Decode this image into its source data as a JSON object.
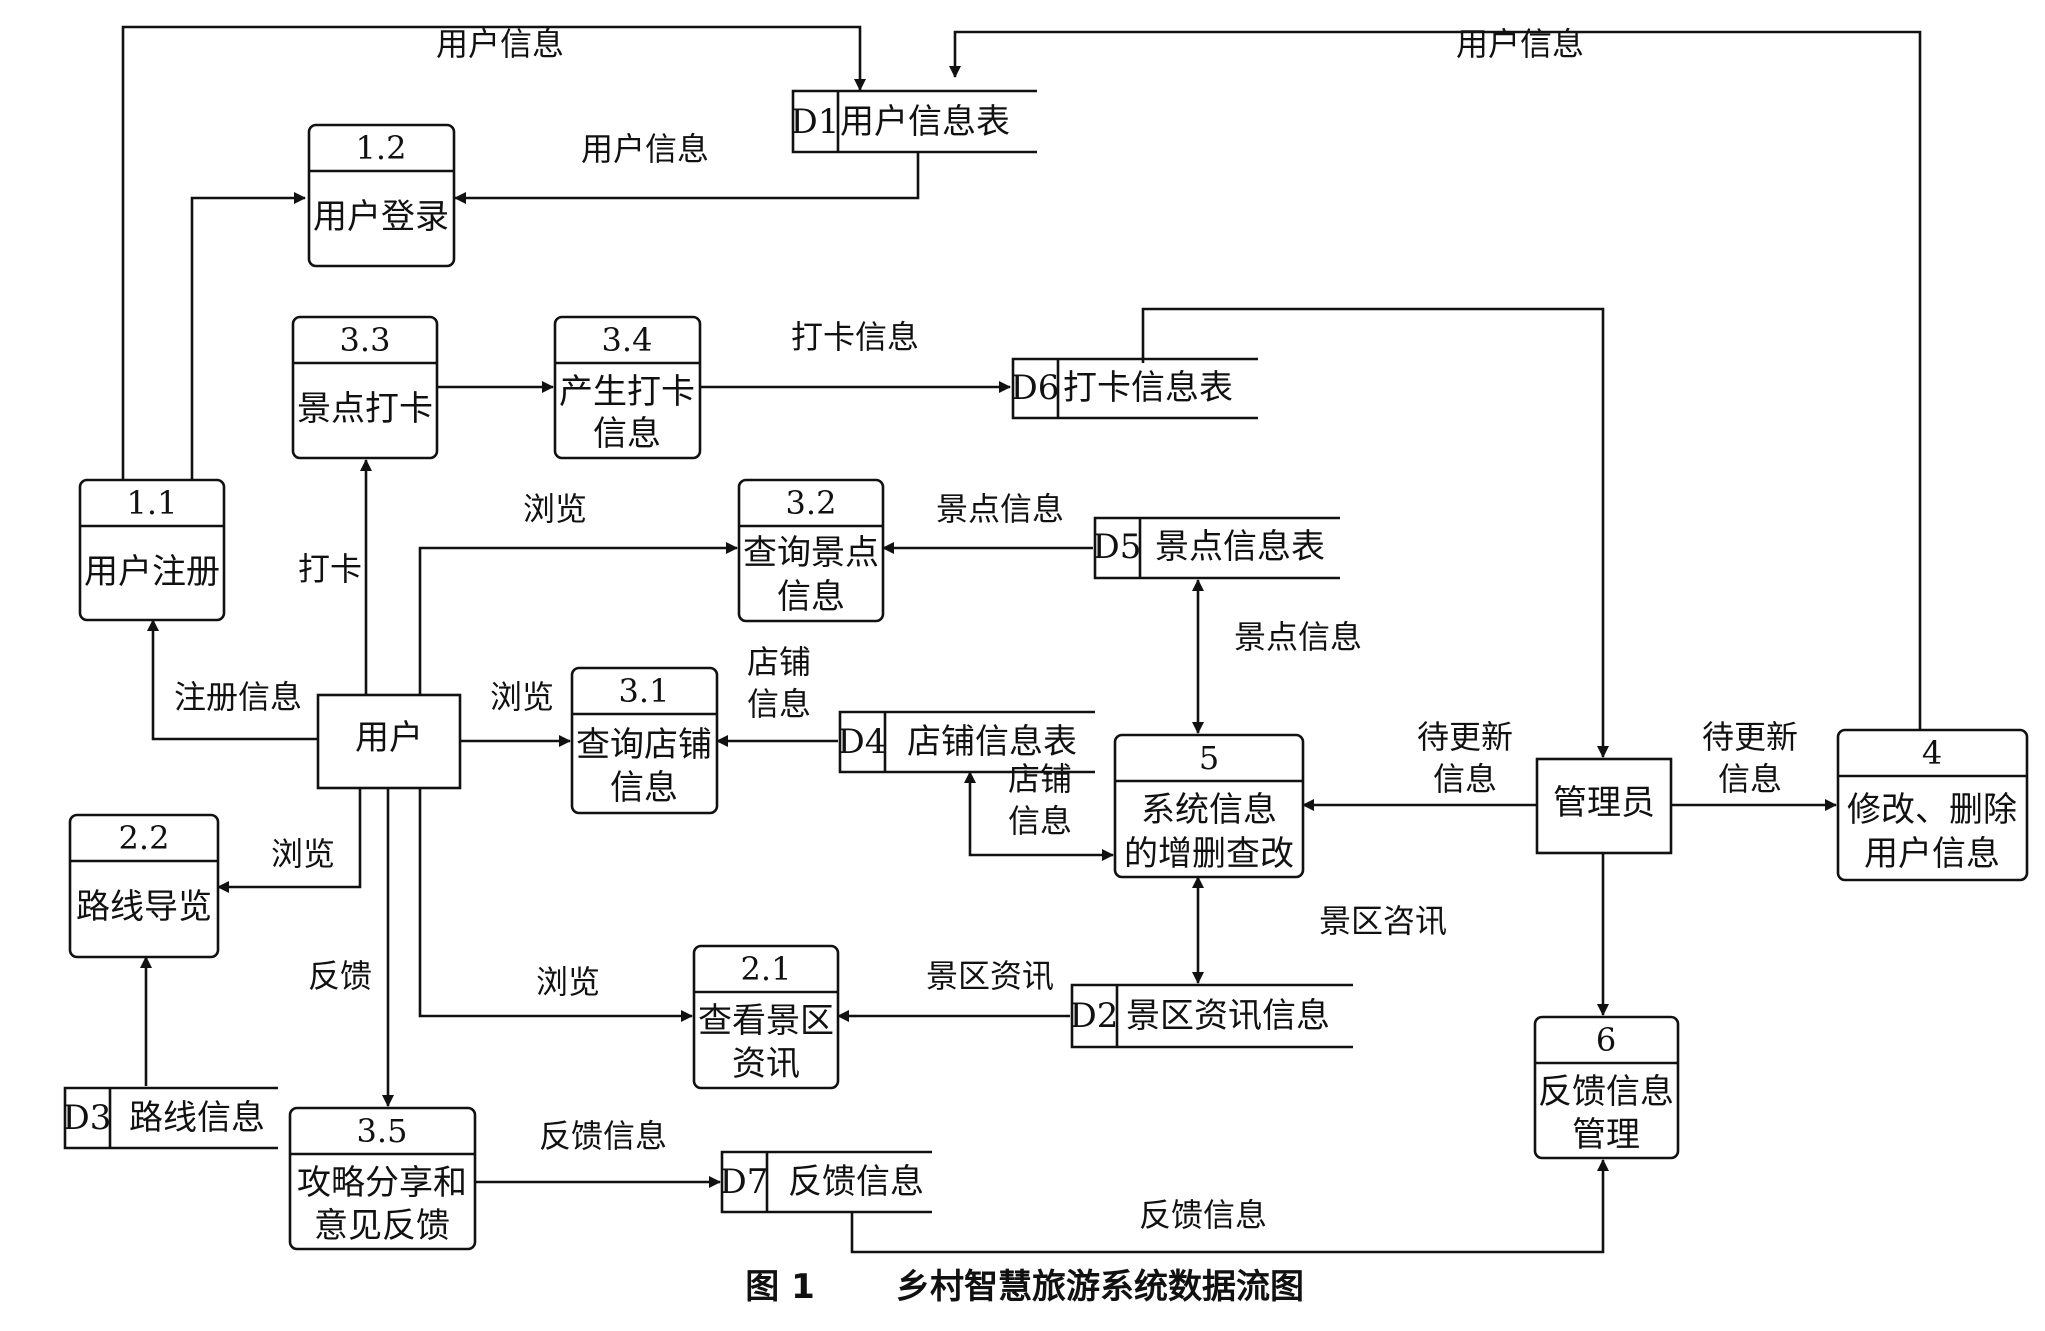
{
  "caption": {
    "figure_no": "图 1",
    "title": "乡村智慧旅游系统数据流图"
  },
  "external": {
    "user": "用户",
    "admin": "管理员"
  },
  "processes": {
    "p1_1": {
      "num": "1.1",
      "label": "用户注册"
    },
    "p1_2": {
      "num": "1.2",
      "label": "用户登录"
    },
    "p2_1": {
      "num": "2.1",
      "line1": "查看景区",
      "line2": "资讯"
    },
    "p2_2": {
      "num": "2.2",
      "label": "路线导览"
    },
    "p3_1": {
      "num": "3.1",
      "line1": "查询店铺",
      "line2": "信息"
    },
    "p3_2": {
      "num": "3.2",
      "line1": "查询景点",
      "line2": "信息"
    },
    "p3_3": {
      "num": "3.3",
      "label": "景点打卡"
    },
    "p3_4": {
      "num": "3.4",
      "line1": "产生打卡",
      "line2": "信息"
    },
    "p3_5": {
      "num": "3.5",
      "line1": "攻略分享和",
      "line2": "意见反馈"
    },
    "p4": {
      "num": "4",
      "line1": "修改、删除",
      "line2": "用户信息"
    },
    "p5": {
      "num": "5",
      "line1": "系统信息",
      "line2": "的增删查改"
    },
    "p6": {
      "num": "6",
      "line1": "反馈信息",
      "line2": "管理"
    }
  },
  "stores": {
    "d1": {
      "id": "D1",
      "label": "用户信息表"
    },
    "d2": {
      "id": "D2",
      "label": "景区资讯信息"
    },
    "d3": {
      "id": "D3",
      "label": "路线信息"
    },
    "d4": {
      "id": "D4",
      "label": "店铺信息表"
    },
    "d5": {
      "id": "D5",
      "label": "景点信息表"
    },
    "d6": {
      "id": "D6",
      "label": "打卡信息表"
    },
    "d7": {
      "id": "D7",
      "label": "反馈信息"
    }
  },
  "flows": {
    "user_info_left": "用户信息",
    "user_info_right": "用户信息",
    "user_info_login": "用户信息",
    "checkin_info": "打卡信息",
    "checkin": "打卡",
    "browse_spot": "浏览",
    "spot_info_query": "景点信息",
    "spot_info_edit": "景点信息",
    "register_info": "注册信息",
    "browse_shop": "浏览",
    "shop_info_query_1": "店铺",
    "shop_info_query_2": "信息",
    "shop_info_edit_1": "店铺",
    "shop_info_edit_2": "信息",
    "pending_left_1": "待更新",
    "pending_left_2": "信息",
    "pending_right_1": "待更新",
    "pending_right_2": "信息",
    "browse_route": "浏览",
    "feedback": "反馈",
    "browse_news": "浏览",
    "scenic_news": "景区资讯",
    "scenic_consult": "景区咨讯",
    "feedback_info_to_store": "反馈信息",
    "feedback_info_to_mgmt": "反馈信息"
  }
}
